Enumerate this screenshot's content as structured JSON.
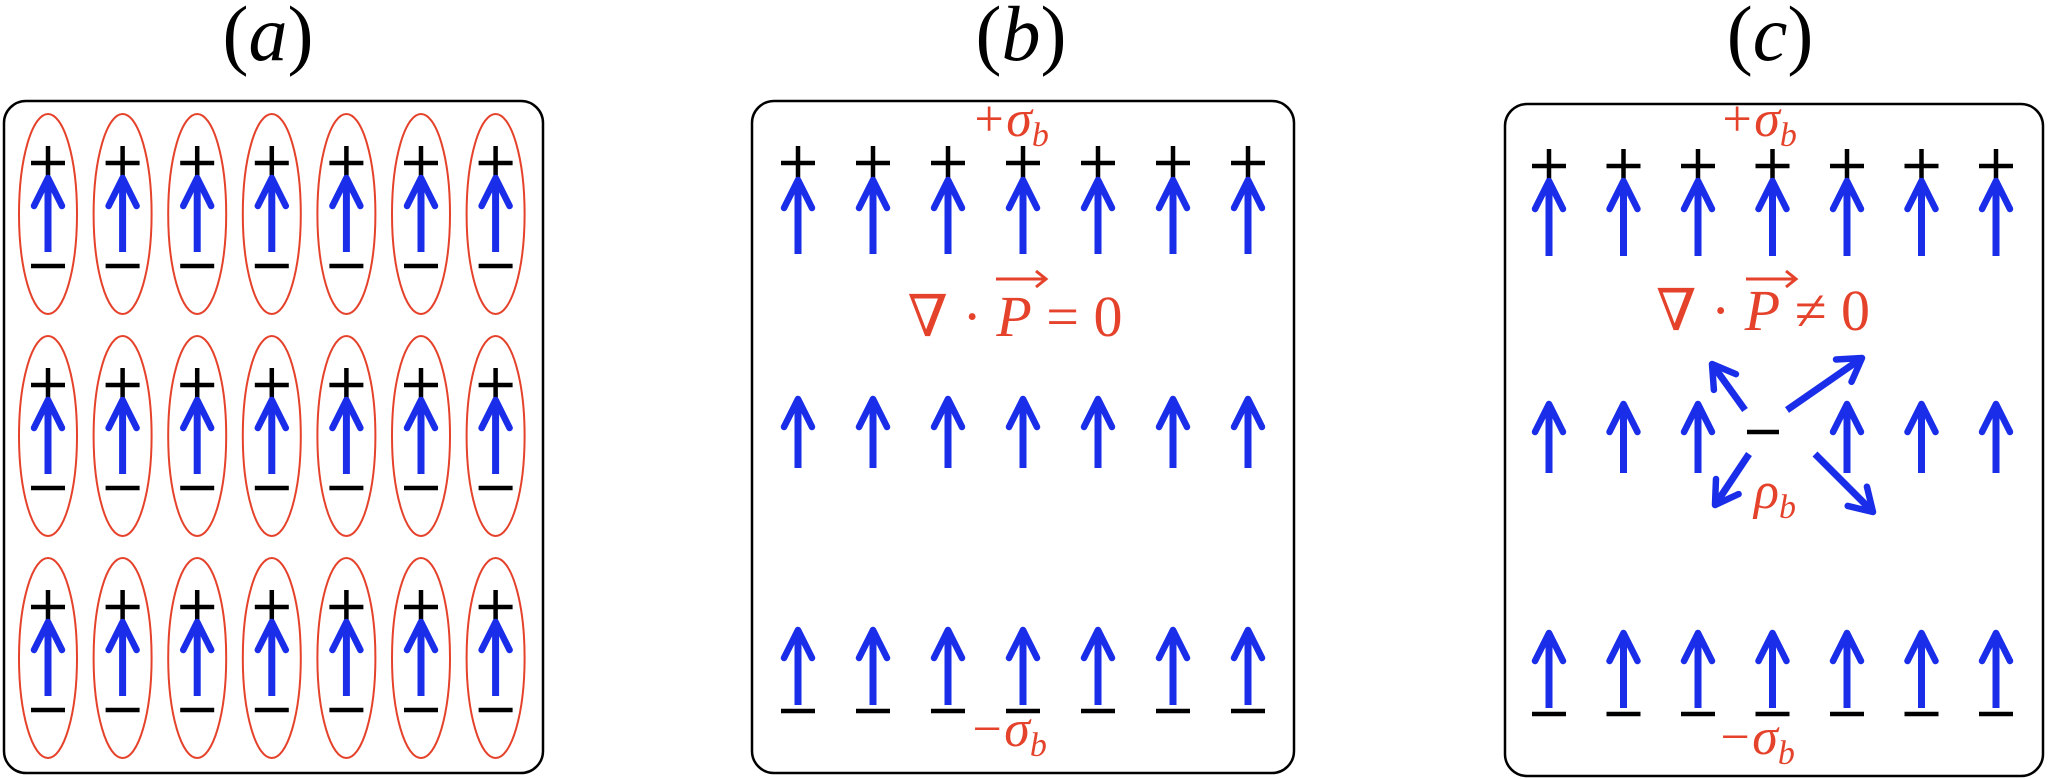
{
  "panels": [
    {
      "id": "a",
      "label_open": "(",
      "label_letter": "a",
      "label_close": ")"
    },
    {
      "id": "b",
      "label_open": "(",
      "label_letter": "b",
      "label_close": ")",
      "top_charge": "+σ",
      "top_charge_sub": "b",
      "bottom_charge": "−σ",
      "bottom_charge_sub": "b",
      "equation_pre": "∇ · ",
      "equation_vec": "P",
      "equation_post": " = 0"
    },
    {
      "id": "c",
      "label_open": "(",
      "label_letter": "c",
      "label_close": ")",
      "top_charge": "+σ",
      "top_charge_sub": "b",
      "bottom_charge": "−σ",
      "bottom_charge_sub": "b",
      "equation_pre": "∇ · ",
      "equation_vec": "P",
      "equation_post": " ≠ 0",
      "volume_charge": "ρ",
      "volume_charge_sub": "b"
    }
  ],
  "colors": {
    "arrow": "#1a2eea",
    "annotation": "#e5422b",
    "charge": "#000000"
  },
  "dipoles_per_row": 7,
  "dipole_rows": 3
}
